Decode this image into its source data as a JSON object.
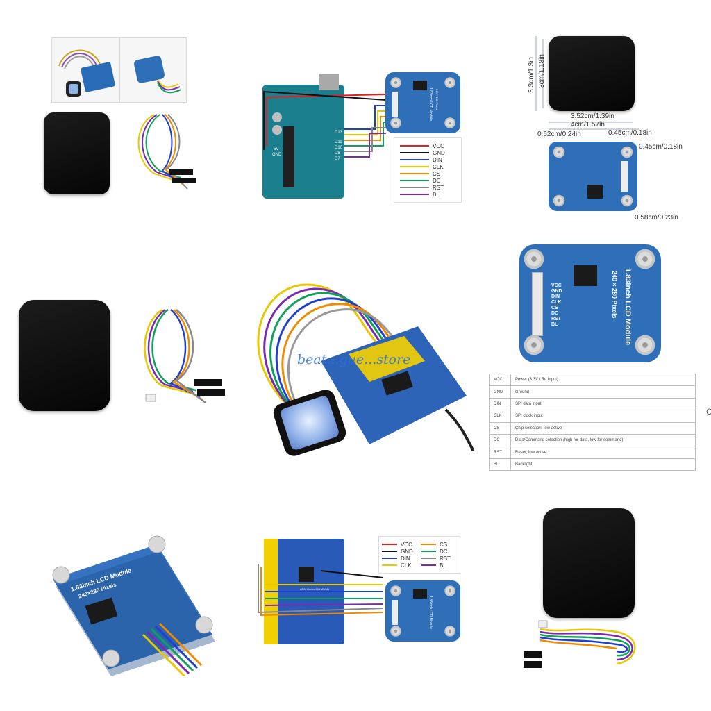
{
  "wiring_legend_1": [
    {
      "label": "VCC",
      "color": "#e02020"
    },
    {
      "label": "GND",
      "color": "#111111"
    },
    {
      "label": "DIN",
      "color": "#1f3fd0"
    },
    {
      "label": "CLK",
      "color": "#e8c800"
    },
    {
      "label": "CS",
      "color": "#f08a00"
    },
    {
      "label": "DC",
      "color": "#11a05a"
    },
    {
      "label": "RST",
      "color": "#888888"
    },
    {
      "label": "BL",
      "color": "#7a2ab0"
    }
  ],
  "wiring_legend_2": {
    "left": [
      {
        "label": "VCC",
        "color": "#e02020"
      },
      {
        "label": "GND",
        "color": "#111111"
      },
      {
        "label": "DIN",
        "color": "#1f3fd0"
      },
      {
        "label": "CLK",
        "color": "#e8c800"
      }
    ],
    "right": [
      {
        "label": "CS",
        "color": "#f08a00"
      },
      {
        "label": "DC",
        "color": "#11a05a"
      },
      {
        "label": "RST",
        "color": "#888888"
      },
      {
        "label": "BL",
        "color": "#7a2ab0"
      }
    ]
  },
  "arduino_pins": [
    "D13",
    "D11",
    "D10",
    "D8",
    "D7"
  ],
  "power_pins": [
    "5V",
    "GND"
  ],
  "dimensions": {
    "height_outer": "3.3cm/1.3in",
    "height_inner": "3cm/1.18in",
    "width_inner": "3.52cm/1.39in",
    "width_outer": "4cm/1.57in",
    "offset_left": "0.62cm/0.24in",
    "offset_right": "0.45cm/0.18in",
    "offset_side": "0.45cm/0.18in",
    "offset_bottom": "0.58cm/0.23in"
  },
  "module": {
    "title": "1.83inch LCD Module",
    "subtitle": "240×280 Pixels",
    "pins": [
      "VCC",
      "GND",
      "DIN",
      "CLK",
      "CS",
      "DC",
      "RST",
      "BL"
    ]
  },
  "small_module_title": "1.83inch LCD Module",
  "small_module_subtitle": "240×280 Pixels",
  "stm32_label": "ARM Cortex-M0/M3/M4",
  "pin_table": [
    {
      "pin": "VCC",
      "desc": "Power (3.3V / 5V input)"
    },
    {
      "pin": "GND",
      "desc": "Ground"
    },
    {
      "pin": "DIN",
      "desc": "SPI data input"
    },
    {
      "pin": "CLK",
      "desc": "SPI clock input"
    },
    {
      "pin": "CS",
      "desc": "Chip selection, low active"
    },
    {
      "pin": "DC",
      "desc": "Data/Command selection (high for data, low for command)"
    },
    {
      "pin": "RST",
      "desc": "Reset, low active"
    },
    {
      "pin": "BL",
      "desc": "Backlight"
    }
  ],
  "watermark": "beat...gue...store",
  "edge_char": "C"
}
